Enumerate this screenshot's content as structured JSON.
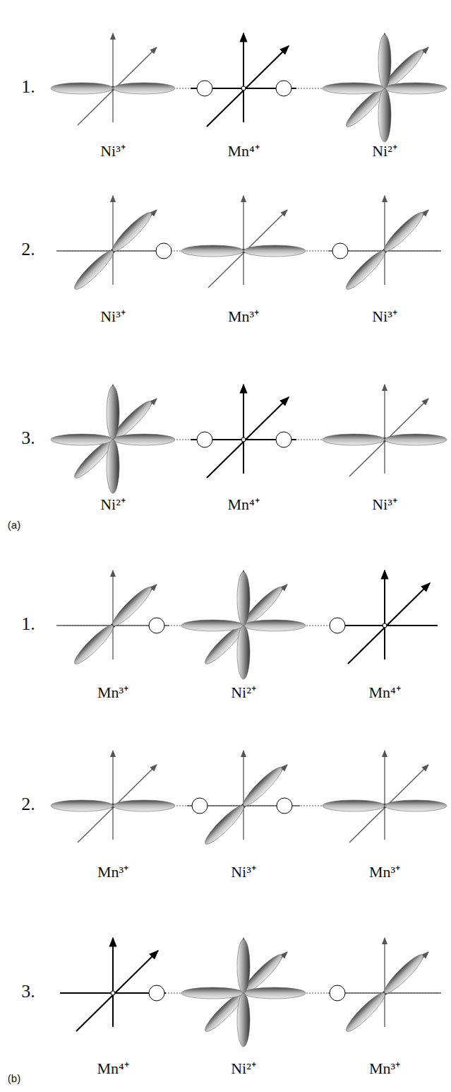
{
  "diagram": {
    "labels": [
      "1.",
      "Ni³⁺",
      "Mn⁴⁺",
      "Ni²⁺",
      "2.",
      "Ni³⁺",
      "Mn³⁺",
      "Ni³⁺",
      "3.",
      "Ni²⁺",
      "Mn⁴⁺",
      "Ni³⁺",
      "(a)",
      "1.",
      "Mn³⁺",
      "Ni²⁺",
      "Mn⁴⁺",
      "2.",
      "Mn³⁺",
      "Ni³⁺",
      "Mn³⁺",
      "3.",
      "Mn⁴⁺",
      "Ni²⁺",
      "Mn³⁺",
      "(b)"
    ]
  }
}
